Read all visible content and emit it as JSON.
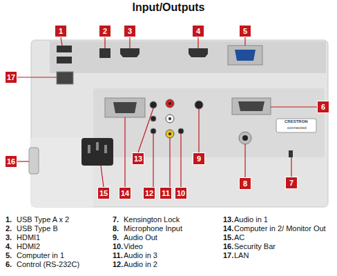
{
  "diagram": {
    "title": "Input/Outputs",
    "nodes": [
      {
        "text": [
          "1"
        ]
      },
      {
        "text": [
          "2"
        ]
      },
      {
        "text": [
          "3"
        ]
      },
      {
        "text": [
          "4"
        ]
      },
      {
        "text": [
          "5"
        ]
      },
      {
        "text": [
          "6"
        ]
      },
      {
        "text": [
          "7"
        ]
      },
      {
        "text": [
          "8"
        ]
      },
      {
        "text": [
          "9"
        ]
      },
      {
        "text": [
          "10"
        ]
      },
      {
        "text": [
          "11"
        ]
      },
      {
        "text": [
          "12"
        ]
      },
      {
        "text": [
          "13"
        ]
      },
      {
        "text": [
          "14"
        ]
      },
      {
        "text": [
          "15"
        ]
      },
      {
        "text": [
          "16"
        ]
      },
      {
        "text": [
          "17"
        ]
      }
    ],
    "labels": [
      "1.",
      "USB Type A x 2",
      "2.",
      "USB Type B",
      "3.",
      "HDMI1",
      "4.",
      "HDMI2",
      "5.",
      "Computer in 1",
      "6.",
      "Control (RS-232C)",
      "7.",
      "Kensington Lock",
      "8.",
      "Microphone Input",
      "9.",
      "Audio Out",
      "10.",
      "Video",
      "11.",
      "Audio in 3",
      "12.",
      "Audio in 2",
      "13.",
      "Audio in 1",
      "14.",
      "Computer in 2/ Monitor Out",
      "15.",
      "AC",
      "16.",
      "Security Bar",
      "17.",
      "LAN",
      "CRESTRON",
      "connected"
    ]
  }
}
